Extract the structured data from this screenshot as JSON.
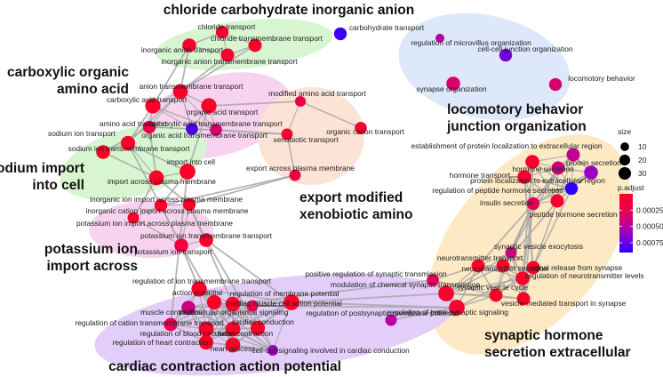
{
  "chart_data": {
    "type": "network",
    "title": "",
    "clusters": [
      {
        "id": "chloride",
        "label": [
          "chloride carbohydrate inorganic anion"
        ],
        "color": "#d6f5d0"
      },
      {
        "id": "carboxylic",
        "label": [
          "carboxylic organic",
          "amino acid"
        ],
        "color": "#f8d3ef"
      },
      {
        "id": "sodium",
        "label": [
          "sodium import",
          "into cell"
        ],
        "color": "#d6f5d0"
      },
      {
        "id": "export",
        "label": [
          "export modified",
          "xenobiotic amino"
        ],
        "color": "#fde3d6"
      },
      {
        "id": "potassium",
        "label": [
          "potassium ion",
          "import across"
        ],
        "color": "#f8d3ef"
      },
      {
        "id": "locomotory",
        "label": [
          "locomotory behavior",
          "junction organization"
        ],
        "color": "#dde9fb"
      },
      {
        "id": "synaptic",
        "label": [
          "synaptic hormone",
          "secretion extracellular"
        ],
        "color": "#fde9c4"
      },
      {
        "id": "cardiac",
        "label": [
          "cardiac contraction action potential"
        ],
        "color": "#e3cdf9"
      }
    ],
    "nodes": [
      {
        "id": "chloride transport",
        "size": 14,
        "p": 5e-05,
        "cluster": "chloride"
      },
      {
        "id": "chloride transmembrane transport",
        "size": 16,
        "p": 5e-05,
        "cluster": "chloride"
      },
      {
        "id": "inorganic anion transport",
        "size": 18,
        "p": 5e-05,
        "cluster": "chloride"
      },
      {
        "id": "inorganic anion transmembrane transport",
        "size": 16,
        "p": 5e-05,
        "cluster": "chloride"
      },
      {
        "id": "carbohydrate transport",
        "size": 14,
        "p": 0.00085,
        "cluster": "chloride"
      },
      {
        "id": "anion transmembrane transport",
        "size": 22,
        "p": 3e-05,
        "cluster": "carboxylic"
      },
      {
        "id": "carboxylic acid transport",
        "size": 24,
        "p": 3e-05,
        "cluster": "carboxylic"
      },
      {
        "id": "organic acid transport",
        "size": 24,
        "p": 3e-05,
        "cluster": "carboxylic"
      },
      {
        "id": "amino acid transport",
        "size": 14,
        "p": 0.0002,
        "cluster": "carboxylic"
      },
      {
        "id": "carboxylic acid transmembrane transport",
        "size": 12,
        "p": 0.0008,
        "cluster": "carboxylic"
      },
      {
        "id": "organic acid transmembrane transport",
        "size": 12,
        "p": 0.00035,
        "cluster": "carboxylic"
      },
      {
        "id": "sodium ion transport",
        "size": 20,
        "p": 3e-05,
        "cluster": "sodium"
      },
      {
        "id": "sodium ion transmembrane transport",
        "size": 18,
        "p": 3e-05,
        "cluster": "sodium"
      },
      {
        "id": "import into cell",
        "size": 26,
        "p": 3e-05,
        "cluster": "sodium"
      },
      {
        "id": "import across plasma membrane",
        "size": 22,
        "p": 3e-05,
        "cluster": "sodium"
      },
      {
        "id": "modified amino acid transport",
        "size": 8,
        "p": 0.0002,
        "cluster": "export"
      },
      {
        "id": "xenobiotic transport",
        "size": 10,
        "p": 5e-05,
        "cluster": "export"
      },
      {
        "id": "organic cation transport",
        "size": 12,
        "p": 5e-05,
        "cluster": "export"
      },
      {
        "id": "export across plasma membrane",
        "size": 10,
        "p": 0.00015,
        "cluster": "export"
      },
      {
        "id": "inorganic ion import across plasma membrane",
        "size": 14,
        "p": 5e-05,
        "cluster": "potassium"
      },
      {
        "id": "inorganic cation import across plasma membrane",
        "size": 14,
        "p": 5e-05,
        "cluster": "potassium"
      },
      {
        "id": "potassium ion import across plasma membrane",
        "size": 10,
        "p": 5e-05,
        "cluster": "potassium"
      },
      {
        "id": "potassium ion transmembrane transport",
        "size": 18,
        "p": 5e-05,
        "cluster": "potassium"
      },
      {
        "id": "potassium ion transport",
        "size": 18,
        "p": 0.00015,
        "cluster": "potassium"
      },
      {
        "id": "regulation of microvillus organization",
        "size": 4,
        "p": 0.0005,
        "cluster": "locomotory"
      },
      {
        "id": "cell-cell junction organization",
        "size": 14,
        "p": 0.0007,
        "cluster": "locomotory"
      },
      {
        "id": "locomotory behavior",
        "size": 14,
        "p": 0.00035,
        "cluster": "locomotory"
      },
      {
        "id": "synapse organization",
        "size": 18,
        "p": 0.00035,
        "cluster": "locomotory"
      },
      {
        "id": "establishment of protein localization to extracellular region",
        "size": 16,
        "p": 0.00045,
        "cluster": "synaptic"
      },
      {
        "id": "hormone secretion",
        "size": 18,
        "p": 5e-05,
        "cluster": "synaptic"
      },
      {
        "id": "protein secretion",
        "size": 16,
        "p": 0.0004,
        "cluster": "synaptic"
      },
      {
        "id": "hormone transport",
        "size": 18,
        "p": 5e-05,
        "cluster": "synaptic"
      },
      {
        "id": "protein localization to extracellular region",
        "size": 18,
        "p": 0.0006,
        "cluster": "synaptic"
      },
      {
        "id": "regulation of peptide hormone secretion",
        "size": 14,
        "p": 0.0009,
        "cluster": "synaptic"
      },
      {
        "id": "insulin secretion",
        "size": 14,
        "p": 0.00025,
        "cluster": "synaptic"
      },
      {
        "id": "peptide hormone secretion",
        "size": 16,
        "p": 5e-05,
        "cluster": "synaptic"
      },
      {
        "id": "synaptic vesicle exocytosis",
        "size": 10,
        "p": 0.0004,
        "cluster": "synaptic"
      },
      {
        "id": "neurotransmitter transport",
        "size": 16,
        "p": 3e-05,
        "cluster": "synaptic"
      },
      {
        "id": "neurotransmitter secretion",
        "size": 16,
        "p": 3e-05,
        "cluster": "synaptic"
      },
      {
        "id": "signal release from synapse",
        "size": 16,
        "p": 3e-05,
        "cluster": "synaptic"
      },
      {
        "id": "regulation of neurotransmitter levels",
        "size": 18,
        "p": 3e-05,
        "cluster": "synaptic"
      },
      {
        "id": "synaptic vesicle cycle",
        "size": 16,
        "p": 3e-05,
        "cluster": "synaptic"
      },
      {
        "id": "vesicle-mediated transport in synapse",
        "size": 16,
        "p": 3e-05,
        "cluster": "synaptic"
      },
      {
        "id": "regulation of trans-synaptic signaling",
        "size": 26,
        "p": 5e-05,
        "cluster": "synaptic"
      },
      {
        "id": "modulation of chemical synaptic transmission",
        "size": 26,
        "p": 5e-05,
        "cluster": "synaptic"
      },
      {
        "id": "positive regulation of synaptic transmission",
        "size": 12,
        "p": 0.0003,
        "cluster": "synaptic"
      },
      {
        "id": "regulation of ion transmembrane transport",
        "size": 24,
        "p": 3e-05,
        "cluster": "cardiac"
      },
      {
        "id": "action potential",
        "size": 20,
        "p": 3e-05,
        "cluster": "cardiac"
      },
      {
        "id": "regulation of membrane potential",
        "size": 26,
        "p": 3e-05,
        "cluster": "cardiac"
      },
      {
        "id": "cardiac muscle cell action potential",
        "size": 10,
        "p": 0.0002,
        "cluster": "cardiac"
      },
      {
        "id": "multicellular organismal signaling",
        "size": 22,
        "p": 3e-05,
        "cluster": "cardiac"
      },
      {
        "id": "muscle contraction",
        "size": 18,
        "p": 0.0004,
        "cluster": "cardiac"
      },
      {
        "id": "regulation of postsynaptic membrane potential",
        "size": 10,
        "p": 0.0005,
        "cluster": "cardiac"
      },
      {
        "id": "regulation of cation transmembrane transport",
        "size": 16,
        "p": 0.00025,
        "cluster": "cardiac"
      },
      {
        "id": "cardiac conduction",
        "size": 20,
        "p": 3e-05,
        "cluster": "cardiac"
      },
      {
        "id": "regulation of blood circulation",
        "size": 22,
        "p": 3e-05,
        "cluster": "cardiac"
      },
      {
        "id": "heart contraction",
        "size": 22,
        "p": 3e-05,
        "cluster": "cardiac"
      },
      {
        "id": "regulation of heart contraction",
        "size": 20,
        "p": 3e-05,
        "cluster": "cardiac"
      },
      {
        "id": "heart process",
        "size": 22,
        "p": 3e-05,
        "cluster": "cardiac"
      },
      {
        "id": "cell-cell signaling involved in cardiac conduction",
        "size": 8,
        "p": 0.0006,
        "cluster": "cardiac"
      }
    ],
    "legend_size": {
      "title": "size",
      "values": [
        10,
        20,
        30
      ]
    },
    "legend_color": {
      "title": "p.adjust",
      "ticks": [
        0.00025,
        0.0005,
        0.00075
      ],
      "range": [
        0.0,
        0.0009
      ],
      "low_color": "#ff0000",
      "high_color": "#0000ff"
    }
  },
  "labels": {
    "nodes": {}
  }
}
